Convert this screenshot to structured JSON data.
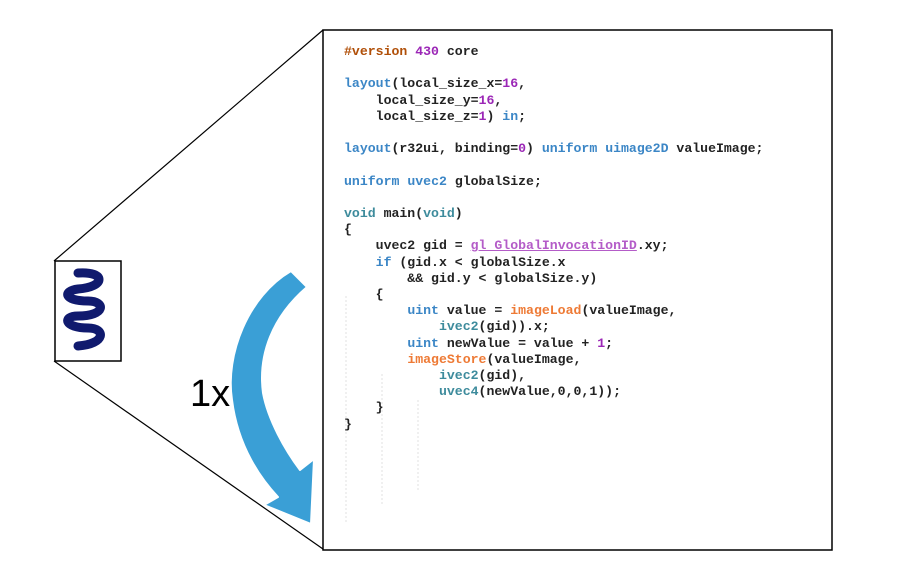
{
  "multiplier_label": "1x",
  "colors": {
    "arrow": "#3a9fd6",
    "thumbnail_wave": "#101a6e",
    "keyword": "#3b86c6",
    "number": "#9b26b6",
    "directive": "#b04f08",
    "builtin_function": "#ee7a35"
  },
  "icons": {
    "thumbnail": "sine-wave-icon",
    "arrow": "curved-arrow-icon"
  },
  "code": {
    "lines": [
      [
        {
          "t": "#version",
          "c": "dir"
        },
        {
          "t": " "
        },
        {
          "t": "430",
          "c": "num"
        },
        {
          "t": " core"
        }
      ],
      [],
      [
        {
          "t": "layout",
          "c": "kw"
        },
        {
          "t": "(local_size_x="
        },
        {
          "t": "16",
          "c": "num"
        },
        {
          "t": ","
        }
      ],
      [
        {
          "t": "    local_size_y="
        },
        {
          "t": "16",
          "c": "num"
        },
        {
          "t": ","
        }
      ],
      [
        {
          "t": "    local_size_z="
        },
        {
          "t": "1",
          "c": "num"
        },
        {
          "t": ") "
        },
        {
          "t": "in",
          "c": "kw"
        },
        {
          "t": ";"
        }
      ],
      [],
      [
        {
          "t": "layout",
          "c": "kw"
        },
        {
          "t": "(r32ui, binding="
        },
        {
          "t": "0",
          "c": "num"
        },
        {
          "t": ") "
        },
        {
          "t": "uniform",
          "c": "kw"
        },
        {
          "t": " "
        },
        {
          "t": "uimage2D",
          "c": "kw"
        },
        {
          "t": " valueImage;"
        }
      ],
      [],
      [
        {
          "t": "uniform",
          "c": "kw"
        },
        {
          "t": " "
        },
        {
          "t": "uvec2",
          "c": "kw"
        },
        {
          "t": " globalSize;"
        }
      ],
      [],
      [
        {
          "t": "void",
          "c": "type"
        },
        {
          "t": " main("
        },
        {
          "t": "void",
          "c": "type"
        },
        {
          "t": ")"
        }
      ],
      [
        {
          "t": "{"
        }
      ],
      [
        {
          "t": "    "
        },
        {
          "t": "uvec2",
          "c": "var"
        },
        {
          "t": " gid = "
        },
        {
          "t": "gl_GlobalInvocationID",
          "c": "gl"
        },
        {
          "t": ".xy;"
        }
      ],
      [
        {
          "t": "    "
        },
        {
          "t": "if",
          "c": "kw"
        },
        {
          "t": " (gid.x < globalSize.x"
        }
      ],
      [
        {
          "t": "        && gid.y < globalSize.y)"
        }
      ],
      [
        {
          "t": "    {"
        }
      ],
      [
        {
          "t": "        "
        },
        {
          "t": "uint",
          "c": "kw"
        },
        {
          "t": " value = "
        },
        {
          "t": "imageLoad",
          "c": "fn"
        },
        {
          "t": "(valueImage,"
        }
      ],
      [
        {
          "t": "            "
        },
        {
          "t": "ivec2",
          "c": "type"
        },
        {
          "t": "(gid)).x;"
        }
      ],
      [
        {
          "t": "        "
        },
        {
          "t": "uint",
          "c": "kw"
        },
        {
          "t": " newValue = value + "
        },
        {
          "t": "1",
          "c": "num"
        },
        {
          "t": ";"
        }
      ],
      [
        {
          "t": "        "
        },
        {
          "t": "imageStore",
          "c": "fn"
        },
        {
          "t": "(valueImage,"
        }
      ],
      [
        {
          "t": "            "
        },
        {
          "t": "ivec2",
          "c": "type"
        },
        {
          "t": "(gid),"
        }
      ],
      [
        {
          "t": "            "
        },
        {
          "t": "uvec4",
          "c": "type"
        },
        {
          "t": "(newValue,0,0,1));"
        }
      ],
      [
        {
          "t": "    }"
        }
      ],
      [
        {
          "t": "}"
        }
      ]
    ]
  }
}
